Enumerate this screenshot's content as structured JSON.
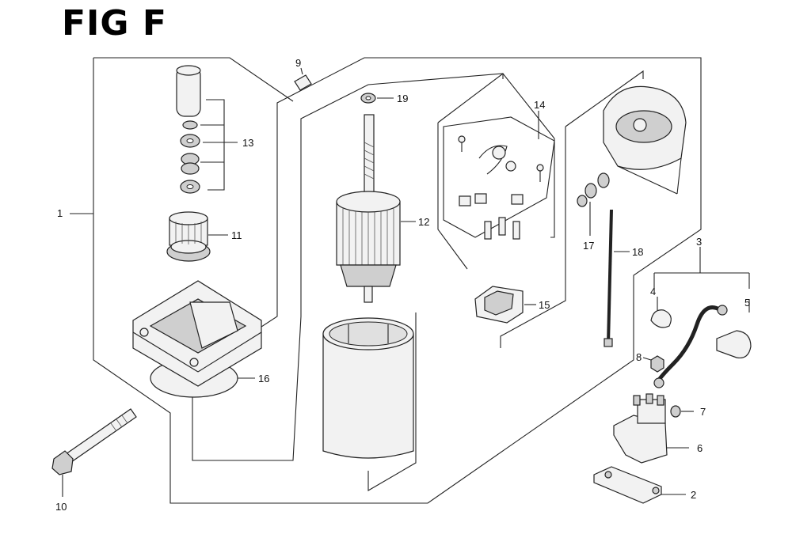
{
  "figure": {
    "title": "FIG F"
  },
  "callouts": {
    "c1": "1",
    "c2": "2",
    "c3": "3",
    "c4": "4",
    "c5": "5",
    "c6": "6",
    "c7": "7",
    "c8": "8",
    "c9": "9",
    "c10": "10",
    "c11": "11",
    "c12": "12",
    "c13": "13",
    "c14": "14",
    "c15": "15",
    "c16": "16",
    "c17": "17",
    "c18": "18",
    "c19": "19"
  }
}
